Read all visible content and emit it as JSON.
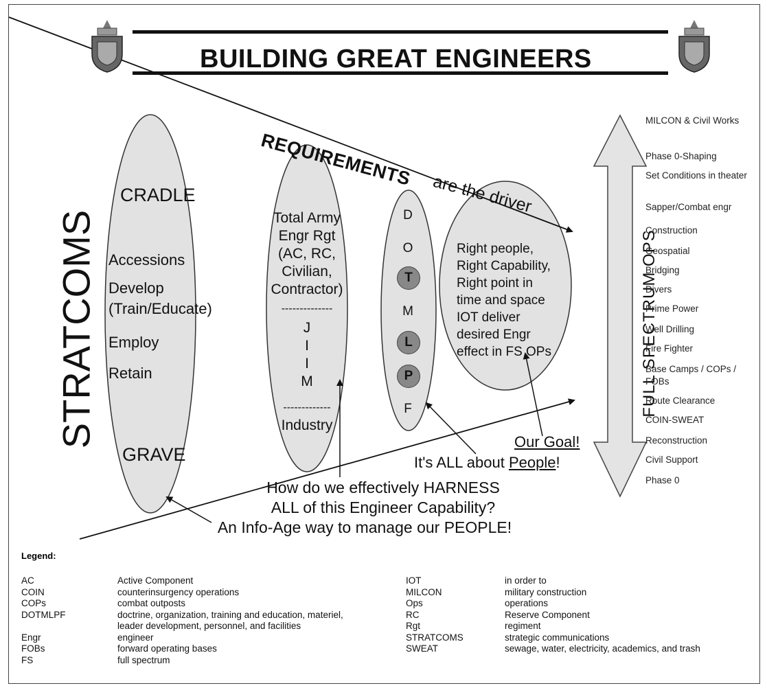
{
  "title": "BUILDING GREAT ENGINEERS",
  "stratcoms": "STRATCOMS",
  "cradle_oval": {
    "top": "CRADLE",
    "items": [
      "Accessions",
      "Develop",
      "(Train/Educate)",
      "Employ",
      "Retain"
    ],
    "bottom": "GRAVE"
  },
  "army_oval": {
    "lines": [
      "Total Army",
      "Engr Rgt",
      "(AC, RC,",
      "Civilian,",
      "Contractor)"
    ],
    "dashes1": "--------------",
    "jiim": [
      "J",
      "I",
      "I",
      "M"
    ],
    "dashes2": "-------------",
    "industry": "Industry"
  },
  "dotmlpf": [
    "D",
    "O",
    "T",
    "M",
    "L",
    "P",
    "F"
  ],
  "goal_oval": [
    "Right people,",
    "Right Capability,",
    "Right point in",
    "time and space",
    "IOT deliver",
    "desired Engr",
    "effect in FS OPs"
  ],
  "requirements": "REQUIREMENTS",
  "are_the_driver": "are the driver",
  "our_goal": "Our Goal!",
  "people_prefix": "It's ALL about ",
  "people_word": "People",
  "people_suffix": "!",
  "harness_1": "How do we effectively HARNESS",
  "harness_2": "ALL of this Engineer Capability?",
  "info_age": "An Info-Age way to manage our PEOPLE!",
  "full_spectrum": "FULL SPECTRUM OPS",
  "operations": [
    "MILCON & Civil Works",
    "Phase 0-Shaping",
    "Set Conditions in theater",
    "Sapper/Combat engr",
    "Construction",
    "Geospatial",
    "Bridging",
    "Divers",
    "Prime Power",
    "Well Drilling",
    "Fire Fighter",
    "Base Camps / COPs / FOBs",
    "Route Clearance",
    "COIN-SWEAT",
    "Reconstruction",
    "Civil Support",
    "Phase 0"
  ],
  "legend": {
    "title": "Legend:",
    "left": [
      {
        "abbr": "AC",
        "def": "Active Component"
      },
      {
        "abbr": "COIN",
        "def": "counterinsurgency operations"
      },
      {
        "abbr": "COPs",
        "def": "combat outposts"
      },
      {
        "abbr": "DOTMLPF",
        "def": "doctrine, organization, training and education, materiel,"
      },
      {
        "abbr": "",
        "def": "leader development, personnel, and facilities"
      },
      {
        "abbr": "Engr",
        "def": "engineer"
      },
      {
        "abbr": "FOBs",
        "def": "forward operating bases"
      },
      {
        "abbr": "FS",
        "def": "full spectrum"
      }
    ],
    "right": [
      {
        "abbr": "IOT",
        "def": "in order to"
      },
      {
        "abbr": "MILCON",
        "def": "military construction"
      },
      {
        "abbr": "Ops",
        "def": "operations"
      },
      {
        "abbr": "RC",
        "def": "Reserve Component"
      },
      {
        "abbr": "Rgt",
        "def": "regiment"
      },
      {
        "abbr": "STRATCOMS",
        "def": "strategic communications"
      },
      {
        "abbr": "SWEAT",
        "def": "sewage, water, electricity, academics, and trash"
      }
    ]
  },
  "colors": {
    "oval_fill": "#e2e2e2",
    "circle_fill": "#888888",
    "arrow_fill": "#e4e4e4",
    "ink": "#111111"
  }
}
